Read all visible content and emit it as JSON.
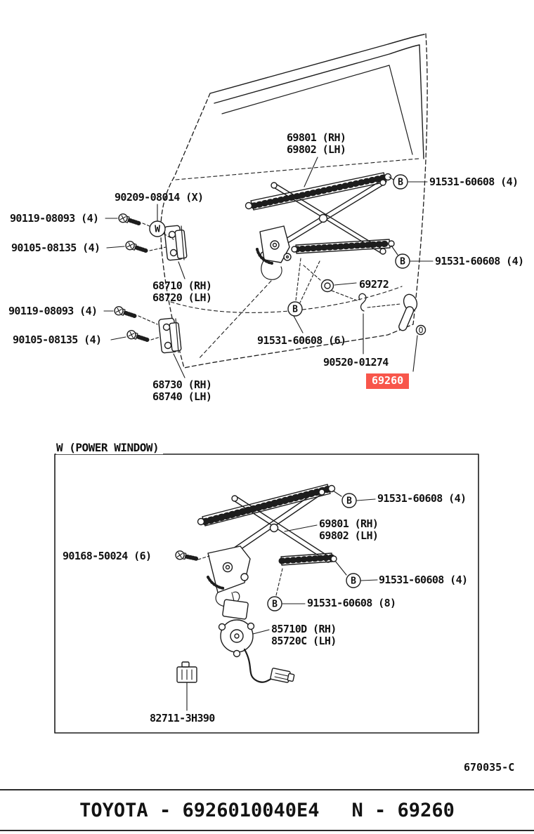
{
  "colors": {
    "highlight_bg": "#f8564b",
    "highlight_fg": "#ffffff",
    "line": "#1d1d1d"
  },
  "markers": {
    "b": "B",
    "w": "W"
  },
  "main_diagram": {
    "labels": [
      {
        "text": "69801 (RH)"
      },
      {
        "text": "69802 (LH)"
      },
      {
        "text": "90209-08014 (X)"
      },
      {
        "text": "90119-08093 (4)"
      },
      {
        "text": "90105-08135 (4)"
      },
      {
        "text": "68710 (RH)"
      },
      {
        "text": "68720 (LH)"
      },
      {
        "text": "90119-08093 (4)"
      },
      {
        "text": "90105-08135 (4)"
      },
      {
        "text": "68730 (RH)"
      },
      {
        "text": "68740 (LH)"
      },
      {
        "text": "91531-60608 (4)"
      },
      {
        "text": "91531-60608 (4)"
      },
      {
        "text": "69272"
      },
      {
        "text": "91531-60608 (6)"
      },
      {
        "text": "90520-01274"
      },
      {
        "text": "69260"
      }
    ]
  },
  "power_window_diagram": {
    "title": "W (POWER WINDOW)",
    "labels": [
      {
        "text": "91531-60608 (4)"
      },
      {
        "text": "69801 (RH)"
      },
      {
        "text": "69802 (LH)"
      },
      {
        "text": "90168-50024 (6)"
      },
      {
        "text": "91531-60608 (4)"
      },
      {
        "text": "91531-60608 (8)"
      },
      {
        "text": "85710D (RH)"
      },
      {
        "text": "85720C (LH)"
      },
      {
        "text": "82711-3H390"
      }
    ]
  },
  "drawing_number": "670035-C",
  "footer": {
    "brand_code": "TOYOTA - 6926010040E4",
    "part_number": "N - 69260"
  }
}
